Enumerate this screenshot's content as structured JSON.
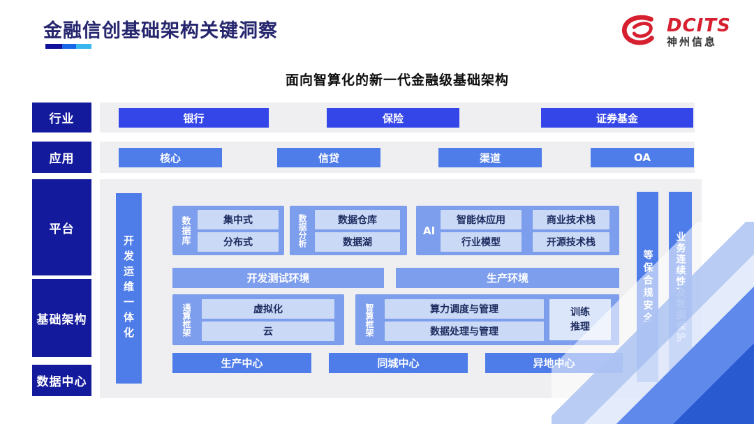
{
  "header": {
    "title": "金融信创基础架构关键洞察",
    "logo": {
      "brand": "DCITS",
      "subbrand": "神州信息"
    }
  },
  "diagram": {
    "subtitle": "面向智算化的新一代金融级基础架构",
    "industry": {
      "label": "行业",
      "items": [
        "银行",
        "保险",
        "证券基金"
      ]
    },
    "application": {
      "label": "应用",
      "items": [
        "核心",
        "信贷",
        "渠道",
        "OA"
      ]
    },
    "platform_label": "平台",
    "infrastructure_label": "基础架构",
    "datacenter_label": "数据中心",
    "devops_bar": "开发运维一体化",
    "database": {
      "label": "数据库",
      "items": [
        "集中式",
        "分布式"
      ]
    },
    "analytics": {
      "label": "数据分析",
      "items": [
        "数据仓库",
        "数据湖"
      ]
    },
    "ai": {
      "label": "AI",
      "items": [
        "智能体应用",
        "商业技术栈",
        "行业模型",
        "开源技术栈"
      ]
    },
    "environments": {
      "dev": "开发测试环境",
      "prod": "生产环境"
    },
    "general_compute": {
      "label": "通算框架",
      "items": [
        "虚拟化",
        "云"
      ]
    },
    "intelligent_compute": {
      "label": "智算框架",
      "items": [
        "算力调度与管理",
        "数据处理与管理"
      ],
      "side_box": "训练推理"
    },
    "centers": [
      "生产中心",
      "同城中心",
      "异地中心"
    ],
    "right_bars": [
      "等保合规安全",
      "业务连续性及数据保护"
    ]
  },
  "colors": {
    "navy": "#141a9c",
    "bright_blue": "#3546e8",
    "medium_blue": "#4e7ce8",
    "section_blue": "#7d9ded",
    "light_box": "#c9d9f6",
    "logo_red": "#d6202f"
  }
}
